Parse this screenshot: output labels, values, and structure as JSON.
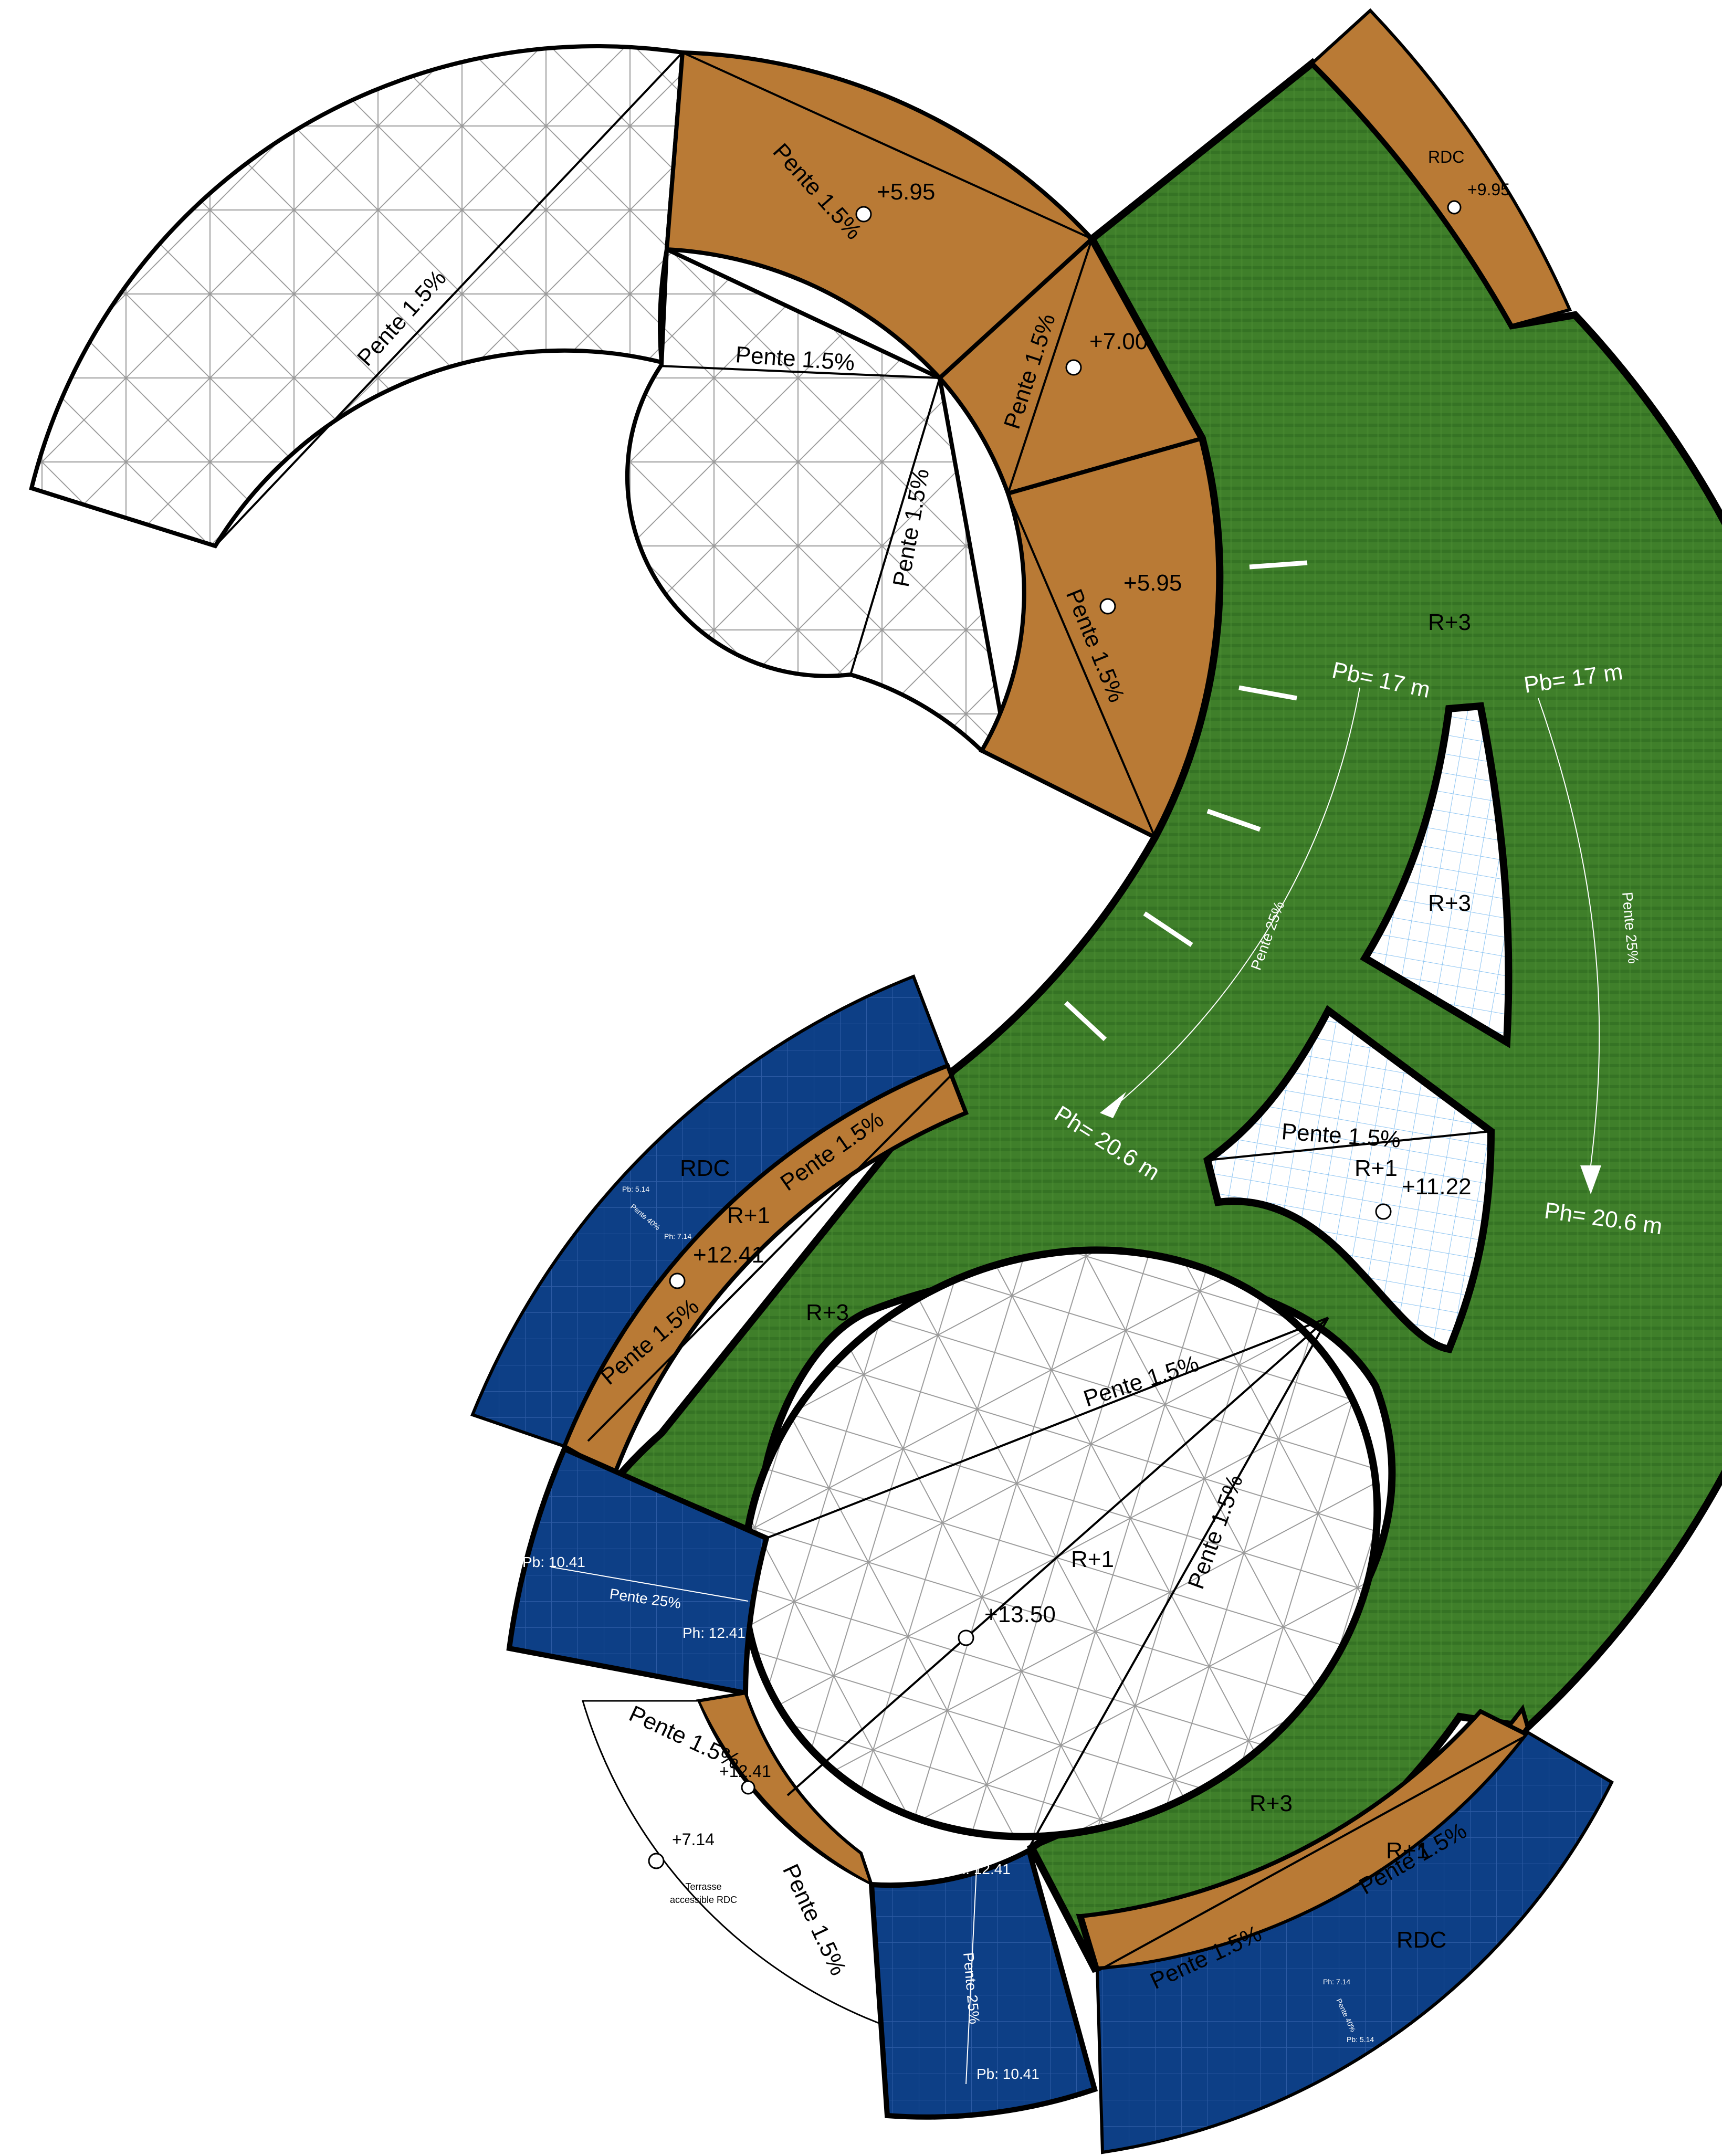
{
  "colors": {
    "green_roof": "#3f7f2a",
    "green_roof_dark": "#2e6a1f",
    "wood_terrace": "#b97a35",
    "blue_roof": "#0d3f86",
    "blue_grid": "#2c5aa3",
    "light_grid": "#8ec5f2",
    "outline": "#000000"
  },
  "zones": {
    "green_r3_top": "R+3",
    "green_r3_left": "R+3",
    "green_r3_bottom": "R+3",
    "island_top": "R+3",
    "island_mid": "R+1",
    "oval_center": "R+1",
    "rdc_top": "RDC",
    "rdc_left": "RDC",
    "rdc_bottom": "RDC",
    "wood_left_level": "R+1",
    "wood_bottom_level": "R+1"
  },
  "elevations": {
    "wood_top": "+5.95",
    "wood_mid": "+7.00",
    "wood_lower": "+5.95",
    "rdc_top": "+9.95",
    "island": "+11.22",
    "wood_left": "+12.41",
    "oval": "+13.50",
    "wood_small": "+12.41",
    "terrace": "+7.14"
  },
  "slopes": {
    "pente_15": "Pente 1.5%",
    "pente_25": "Pente 25%",
    "pente_40": "Pente 40%"
  },
  "ramps": {
    "pb_left": "Pb= 17 m",
    "pb_right": "Pb= 17 m",
    "ph_left": "Ph= 20.6 m",
    "ph_right": "Ph= 20.6 m",
    "pb_1041_left": "Pb: 10.41",
    "ph_1241_left": "Ph: 12.41",
    "ph_1241_bottom": "Ph: 12.41",
    "pb_1041_bottom": "Pb: 10.41",
    "tiny_pb_514": "Pb: 5.14",
    "tiny_ph_714": "Ph: 7.14"
  },
  "notes": {
    "terrace_line1": "Terrasse",
    "terrace_line2": "accessible RDC"
  }
}
